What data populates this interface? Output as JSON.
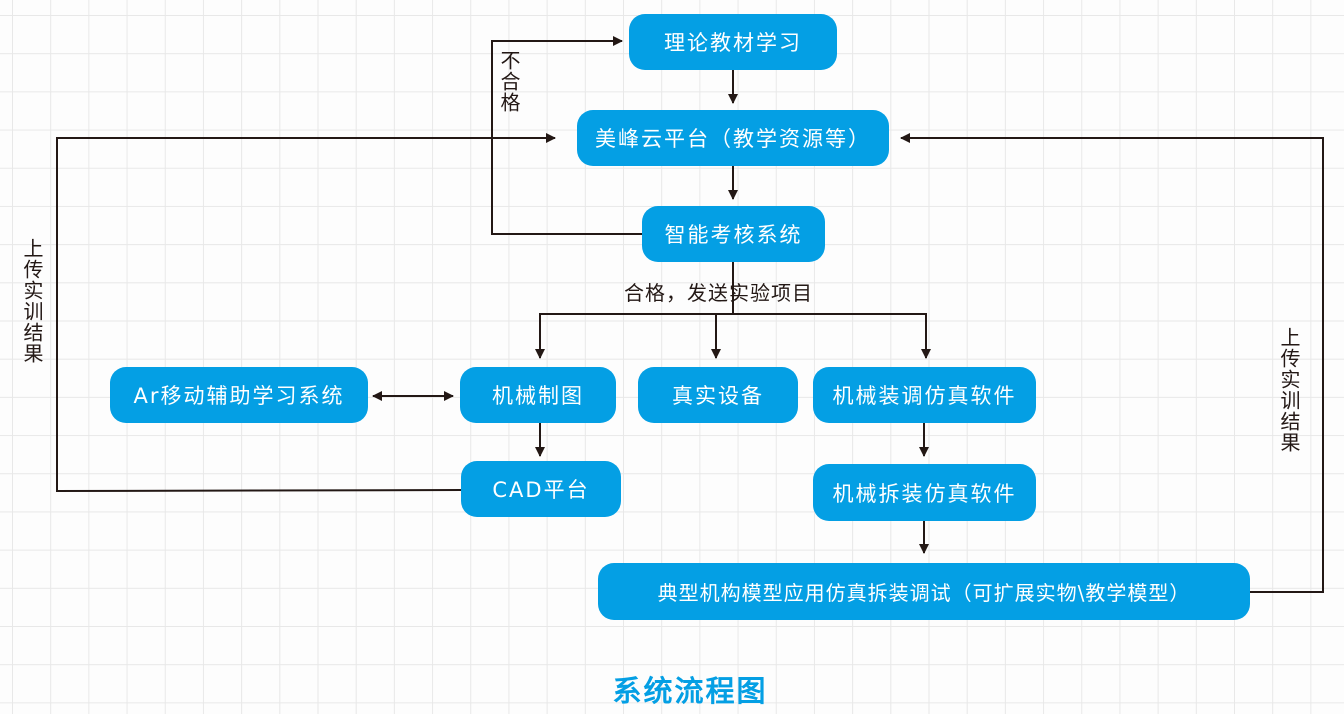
{
  "title": "系统流程图",
  "colors": {
    "node_fill": "#049fe4",
    "node_text": "#ffffff",
    "line": "#231815",
    "title": "#049fe4"
  },
  "nodes": {
    "theory": "理论教材学习",
    "cloud": "美峰云平台（教学资源等）",
    "assess": "智能考核系统",
    "ar": "Ar移动辅助学习系统",
    "drawing": "机械制图",
    "real": "真实设备",
    "adjust_sim": "机械装调仿真软件",
    "cad": "CAD平台",
    "disassembly_sim": "机械拆装仿真软件",
    "typical": "典型机构模型应用仿真拆装调试（可扩展实物\\教学模型）"
  },
  "edge_labels": {
    "fail": "不合格",
    "pass": "合格，发送实验项目",
    "upload_left": "上传实训结果",
    "upload_right": "上传实训结果"
  }
}
